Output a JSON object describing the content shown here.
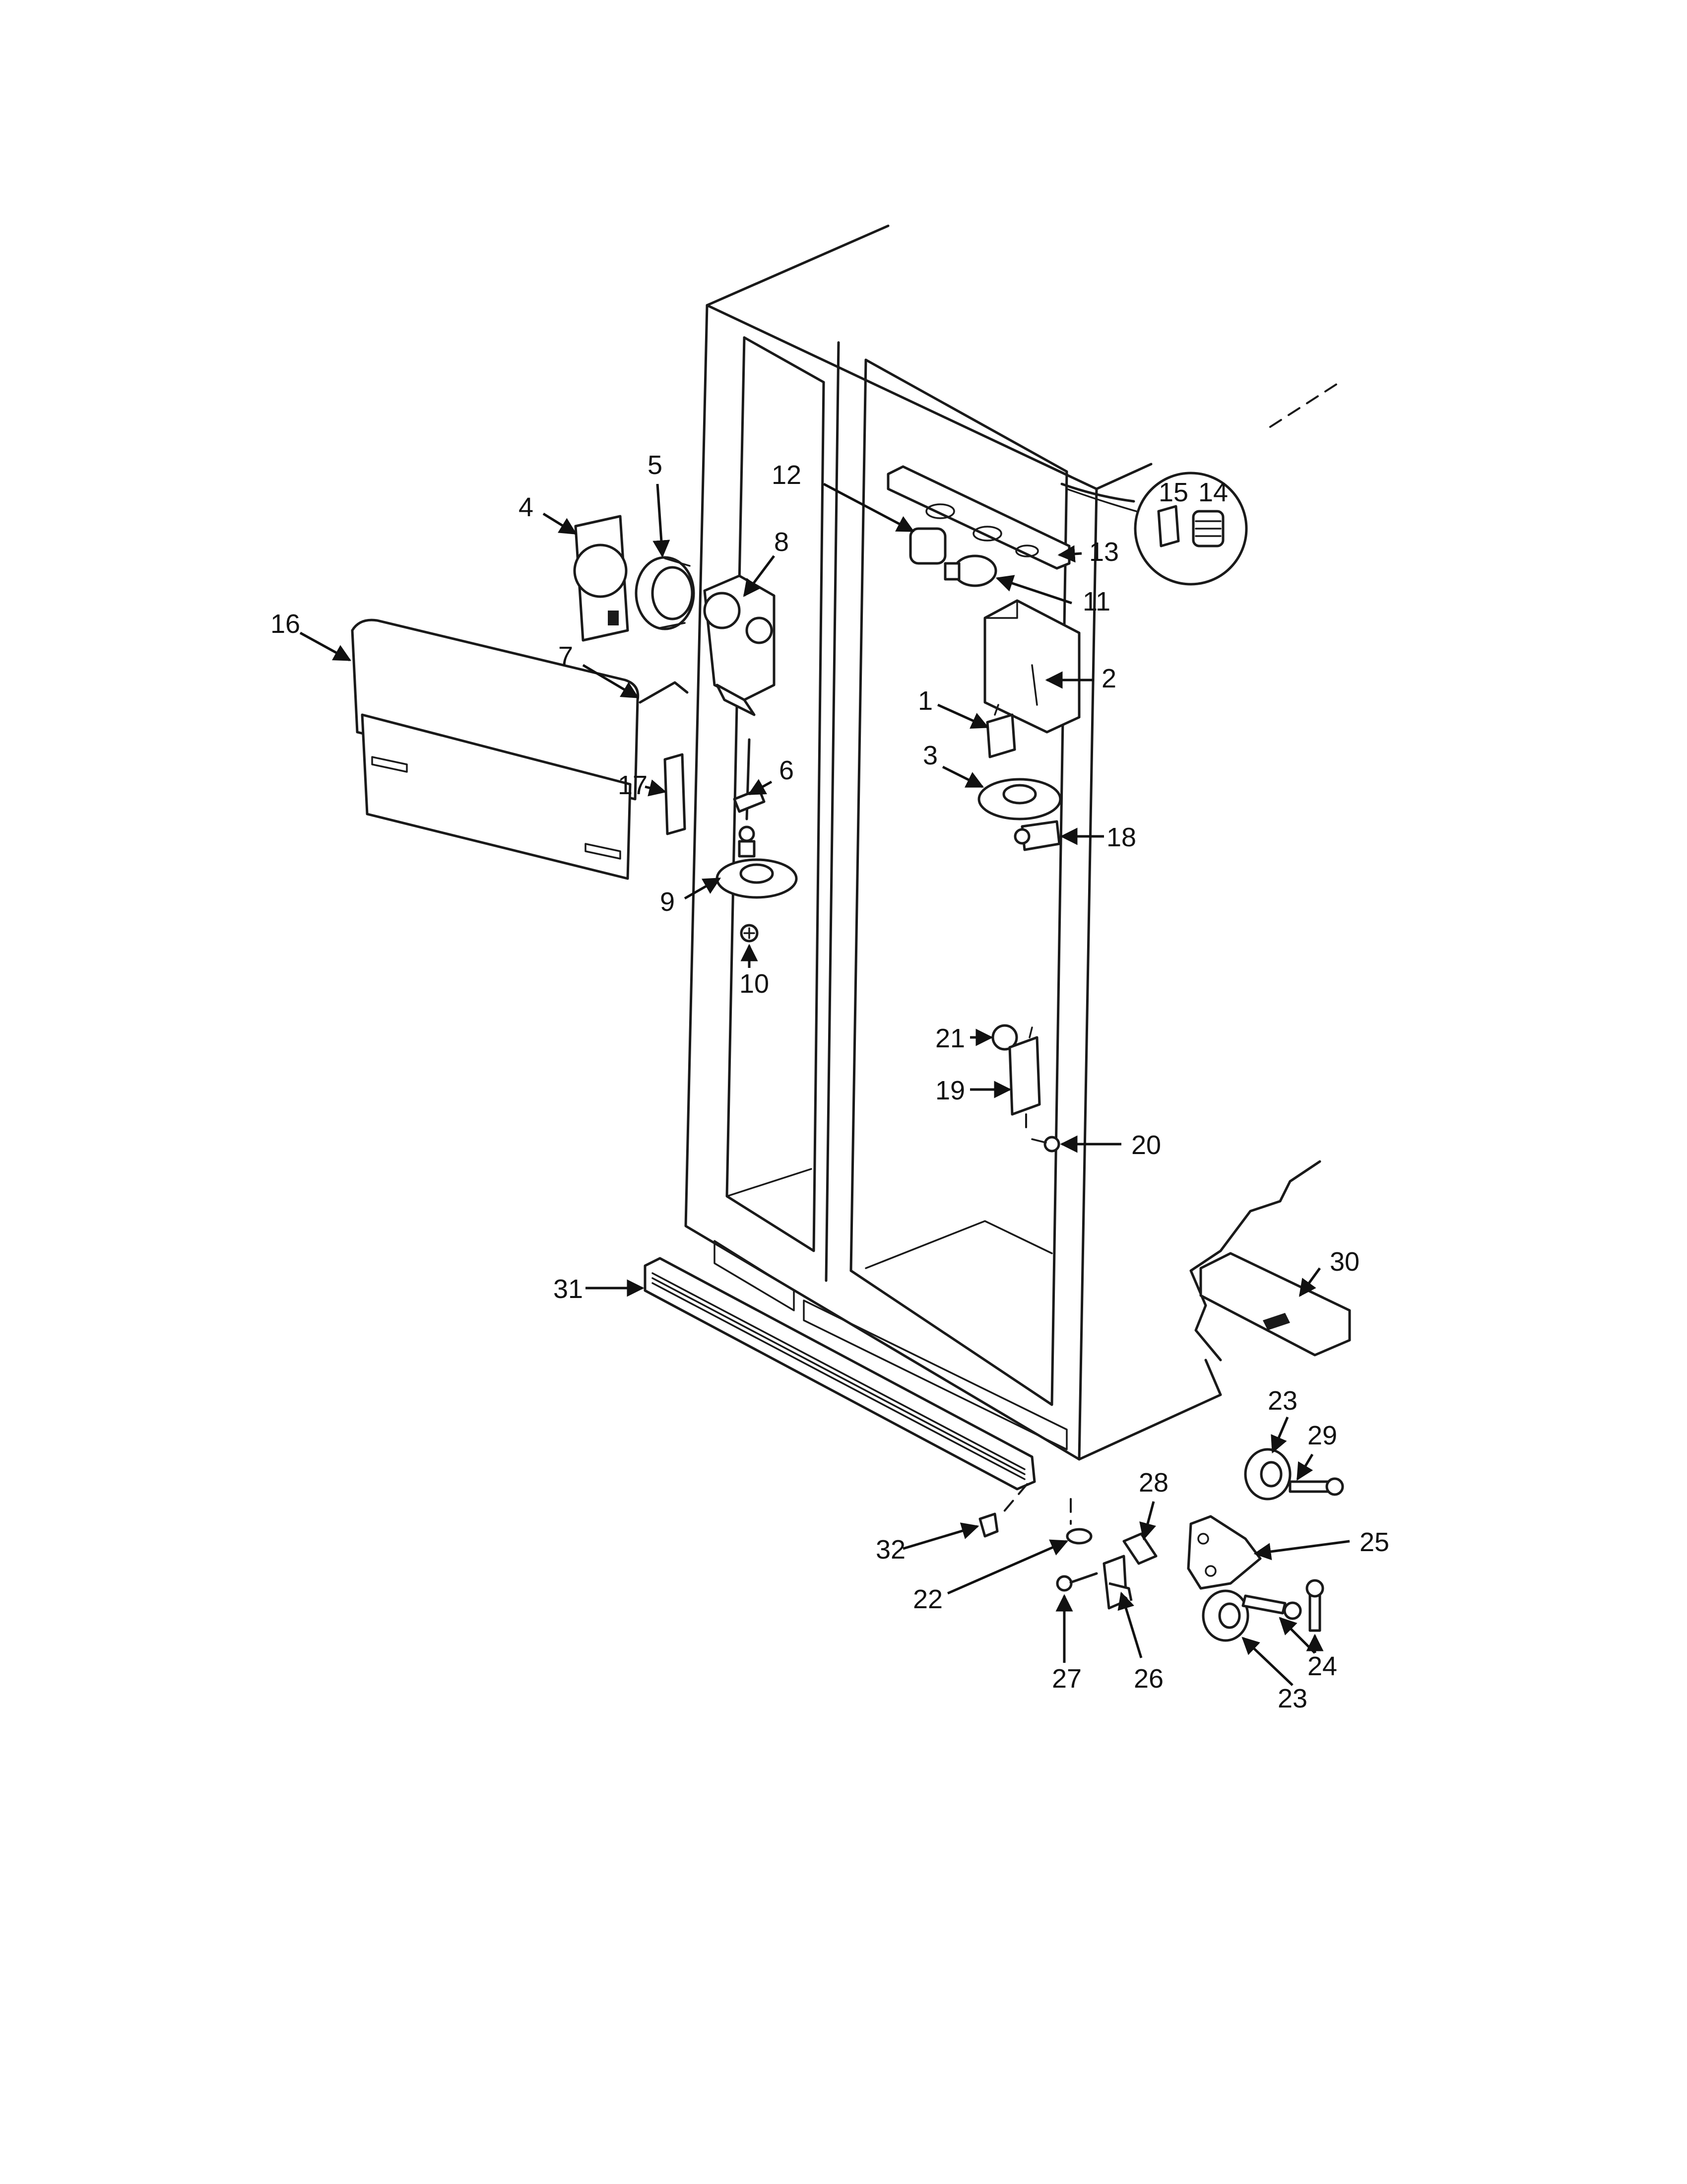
{
  "diagram": {
    "callouts": [
      {
        "id": "c1",
        "label": "1"
      },
      {
        "id": "c2",
        "label": "2"
      },
      {
        "id": "c3",
        "label": "3"
      },
      {
        "id": "c4",
        "label": "4"
      },
      {
        "id": "c5",
        "label": "5"
      },
      {
        "id": "c6",
        "label": "6"
      },
      {
        "id": "c7",
        "label": "7"
      },
      {
        "id": "c8",
        "label": "8"
      },
      {
        "id": "c9",
        "label": "9"
      },
      {
        "id": "c10",
        "label": "10"
      },
      {
        "id": "c11",
        "label": "11"
      },
      {
        "id": "c12",
        "label": "12"
      },
      {
        "id": "c13",
        "label": "13"
      },
      {
        "id": "c14",
        "label": "14"
      },
      {
        "id": "c15",
        "label": "15"
      },
      {
        "id": "c16",
        "label": "16"
      },
      {
        "id": "c17",
        "label": "17"
      },
      {
        "id": "c18",
        "label": "18"
      },
      {
        "id": "c19",
        "label": "19"
      },
      {
        "id": "c20",
        "label": "20"
      },
      {
        "id": "c21",
        "label": "21"
      },
      {
        "id": "c22",
        "label": "22"
      },
      {
        "id": "c23a",
        "label": "23"
      },
      {
        "id": "c23b",
        "label": "23"
      },
      {
        "id": "c24",
        "label": "24"
      },
      {
        "id": "c25",
        "label": "25"
      },
      {
        "id": "c26",
        "label": "26"
      },
      {
        "id": "c27",
        "label": "27"
      },
      {
        "id": "c28",
        "label": "28"
      },
      {
        "id": "c29",
        "label": "29"
      },
      {
        "id": "c30",
        "label": "30"
      },
      {
        "id": "c31",
        "label": "31"
      },
      {
        "id": "c32",
        "label": "32"
      }
    ]
  }
}
